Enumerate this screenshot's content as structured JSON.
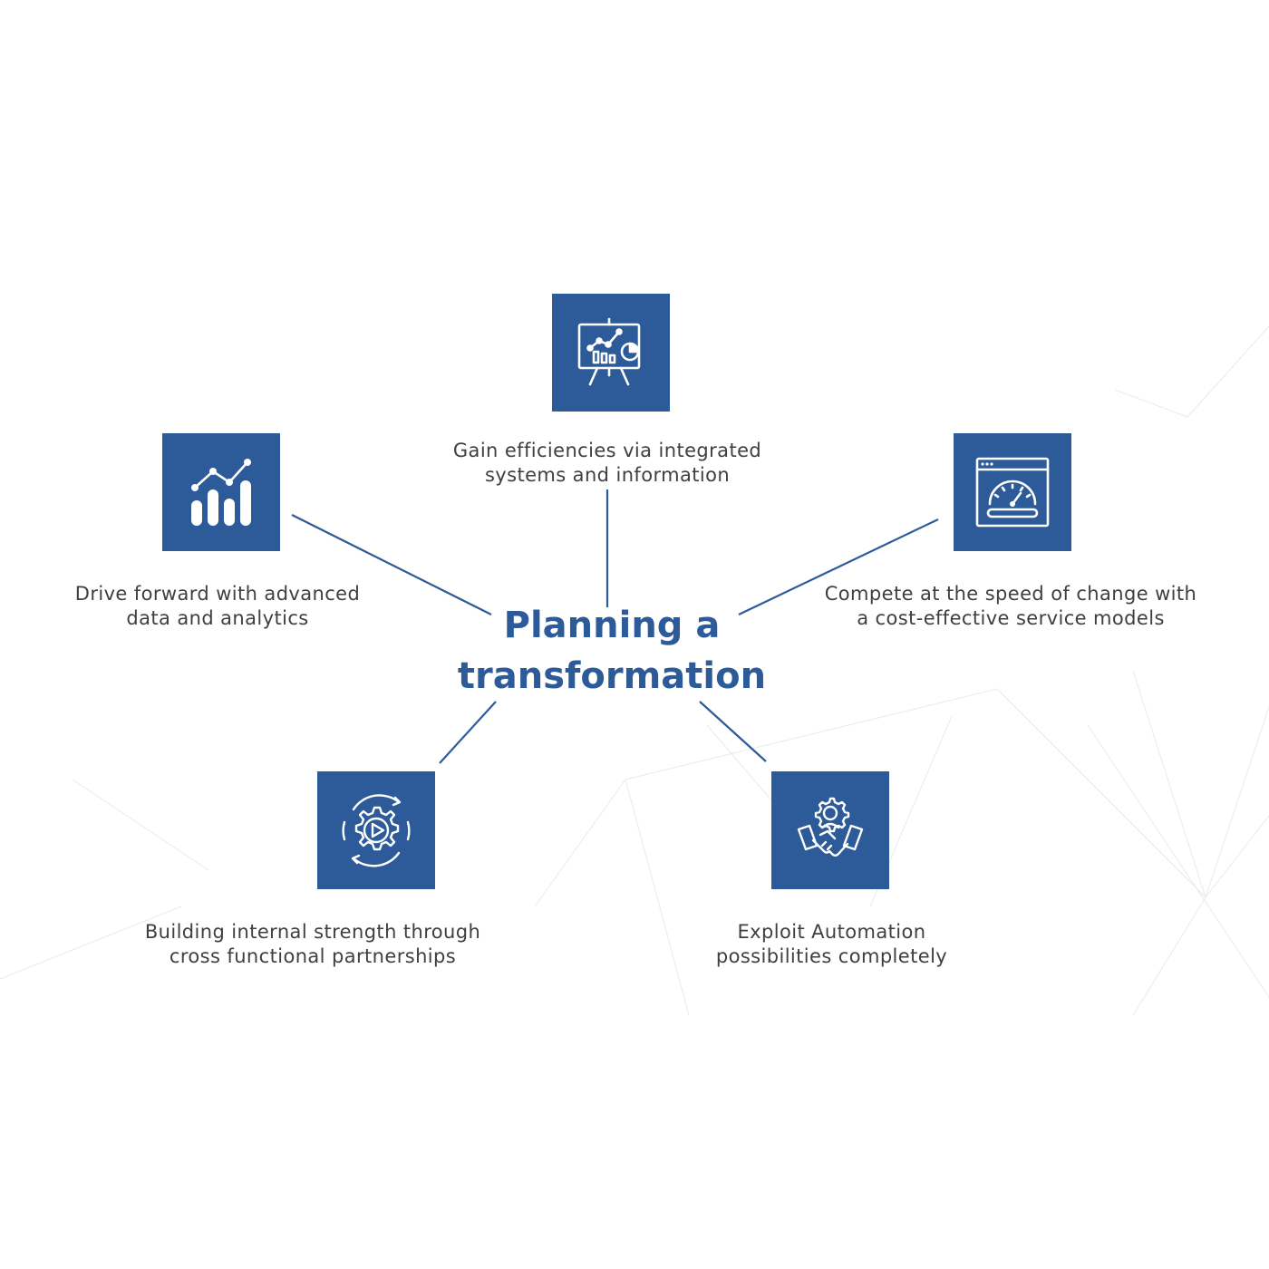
{
  "diagram": {
    "center": {
      "line1": "Planning a",
      "line2": "transformation"
    },
    "nodes": [
      {
        "id": "top",
        "icon": "presentation-board-chart-icon",
        "label_line1": "Gain efficiencies via integrated",
        "label_line2": "systems and information"
      },
      {
        "id": "left",
        "icon": "rising-bar-chart-icon",
        "label_line1": "Drive forward with advanced",
        "label_line2": "data and analytics"
      },
      {
        "id": "right",
        "icon": "speedometer-window-icon",
        "label_line1": "Compete at the speed of change with",
        "label_line2": "a cost-effective service models"
      },
      {
        "id": "bottom-left",
        "icon": "gear-cycle-play-icon",
        "label_line1": "Building internal strength through",
        "label_line2": "cross functional partnerships"
      },
      {
        "id": "bottom-right",
        "icon": "handshake-team-gear-icon",
        "label_line1": "Exploit Automation",
        "label_line2": "possibilities completely"
      }
    ],
    "colors": {
      "accent": "#2d5b9a",
      "text": "#3f3f3f",
      "background": "#ffffff"
    }
  }
}
